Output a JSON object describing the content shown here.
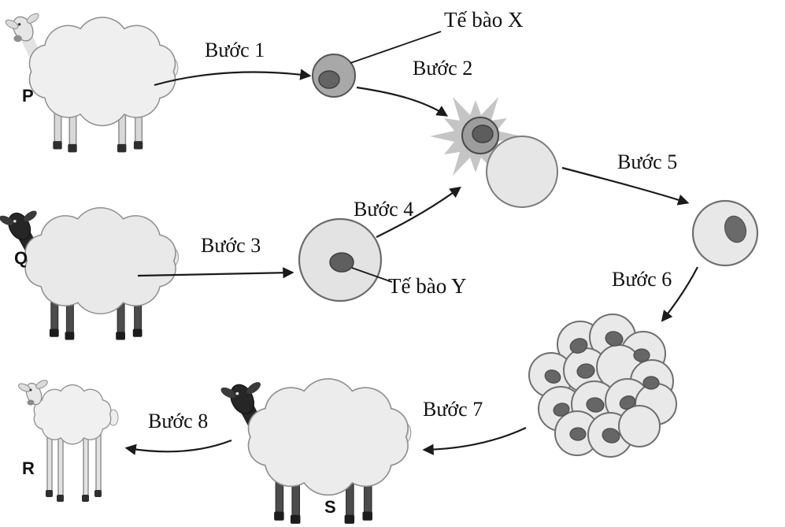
{
  "figure": {
    "steps": [
      {
        "label": "Bước 1"
      },
      {
        "label": "Bước 2"
      },
      {
        "label": "Bước 3"
      },
      {
        "label": "Bước 4"
      },
      {
        "label": "Bước 5"
      },
      {
        "label": "Bước 6"
      },
      {
        "label": "Bước 7"
      },
      {
        "label": "Bước 8"
      }
    ],
    "cells": {
      "x_label": "Tế bào X",
      "y_label": "Tế bào Y"
    },
    "sheep": {
      "p": "P",
      "q": "Q",
      "r": "R",
      "s": "S"
    },
    "icons": {
      "sheep_p": "white-sheep",
      "sheep_q": "black-faced-sheep",
      "sheep_s": "black-faced-sheep",
      "lamb_r": "white-lamb",
      "cell_x": "donor-somatic-cell",
      "cell_y": "egg-cell",
      "fusion": "cell-fusion-burst",
      "fused_cell": "fused-egg-cell",
      "renucleated_cell": "cell-with-nucleus",
      "embryo": "embryo-cell-cluster"
    },
    "colors": {
      "background": "#ffffff",
      "text": "#111111",
      "arrow": "#1a1a1a",
      "cell_light": "#e8e8e8",
      "cell_medium": "#a8a8a8",
      "nucleus": "#636363",
      "burst": "#c5c5c5",
      "sheep_body": "#efefef",
      "dark_head": "#262626"
    }
  }
}
